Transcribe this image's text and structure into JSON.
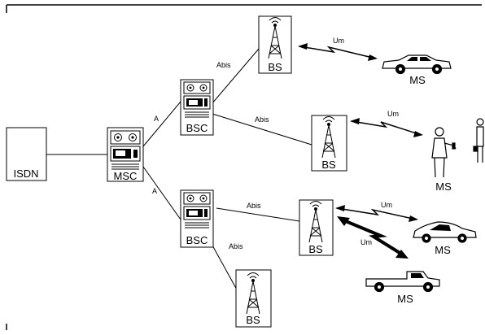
{
  "nodes": {
    "isdn": "ISDN",
    "msc": "MSC",
    "bsc_top": "BSC",
    "bsc_bottom": "BSC",
    "bs_top": "BS",
    "bs_middle": "BS",
    "bs_lower": "BS",
    "bs_bottom": "BS",
    "ms_car_top": "MS",
    "ms_people": "MS",
    "ms_sportscar": "MS",
    "ms_truck": "MS"
  },
  "links": {
    "a_top": "A",
    "a_bottom": "A",
    "abis_top_bs": "Abis",
    "abis_middle_bs": "Abis",
    "abis_lower_bs": "Abis",
    "abis_bottom_bs": "Abis",
    "um_car_top": "Um",
    "um_people": "Um",
    "um_sportscar": "Um",
    "um_truck": "Um"
  }
}
